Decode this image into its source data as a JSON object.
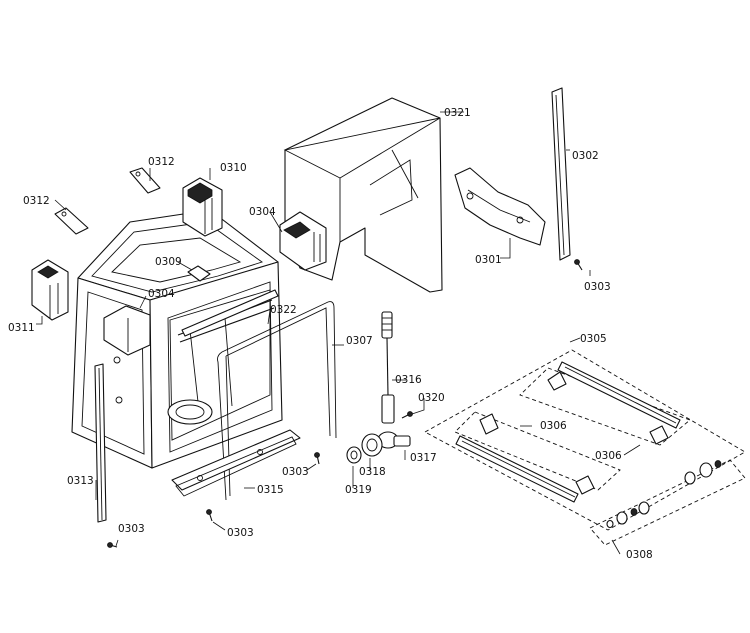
{
  "callouts": [
    {
      "id": "c0321",
      "text": "0321"
    },
    {
      "id": "c0302",
      "text": "0302"
    },
    {
      "id": "c0312a",
      "text": "0312"
    },
    {
      "id": "c0310",
      "text": "0310"
    },
    {
      "id": "c0312b",
      "text": "0312"
    },
    {
      "id": "c0304a",
      "text": "0304"
    },
    {
      "id": "c0301",
      "text": "0301"
    },
    {
      "id": "c0303a",
      "text": "0303"
    },
    {
      "id": "c0309",
      "text": "0309"
    },
    {
      "id": "c0304b",
      "text": "0304"
    },
    {
      "id": "c0311",
      "text": "0311"
    },
    {
      "id": "c0322",
      "text": "0322"
    },
    {
      "id": "c0305",
      "text": "0305"
    },
    {
      "id": "c0307",
      "text": "0307"
    },
    {
      "id": "c0316",
      "text": "0316"
    },
    {
      "id": "c0320",
      "text": "0320"
    },
    {
      "id": "c0306a",
      "text": "0306"
    },
    {
      "id": "c0306b",
      "text": "0306"
    },
    {
      "id": "c0317",
      "text": "0317"
    },
    {
      "id": "c0313",
      "text": "0313"
    },
    {
      "id": "c0303b",
      "text": "0303"
    },
    {
      "id": "c0318",
      "text": "0318"
    },
    {
      "id": "c0315",
      "text": "0315"
    },
    {
      "id": "c0319",
      "text": "0319"
    },
    {
      "id": "c0303c",
      "text": "0303"
    },
    {
      "id": "c0303d",
      "text": "0303"
    },
    {
      "id": "c0308",
      "text": "0308"
    }
  ]
}
